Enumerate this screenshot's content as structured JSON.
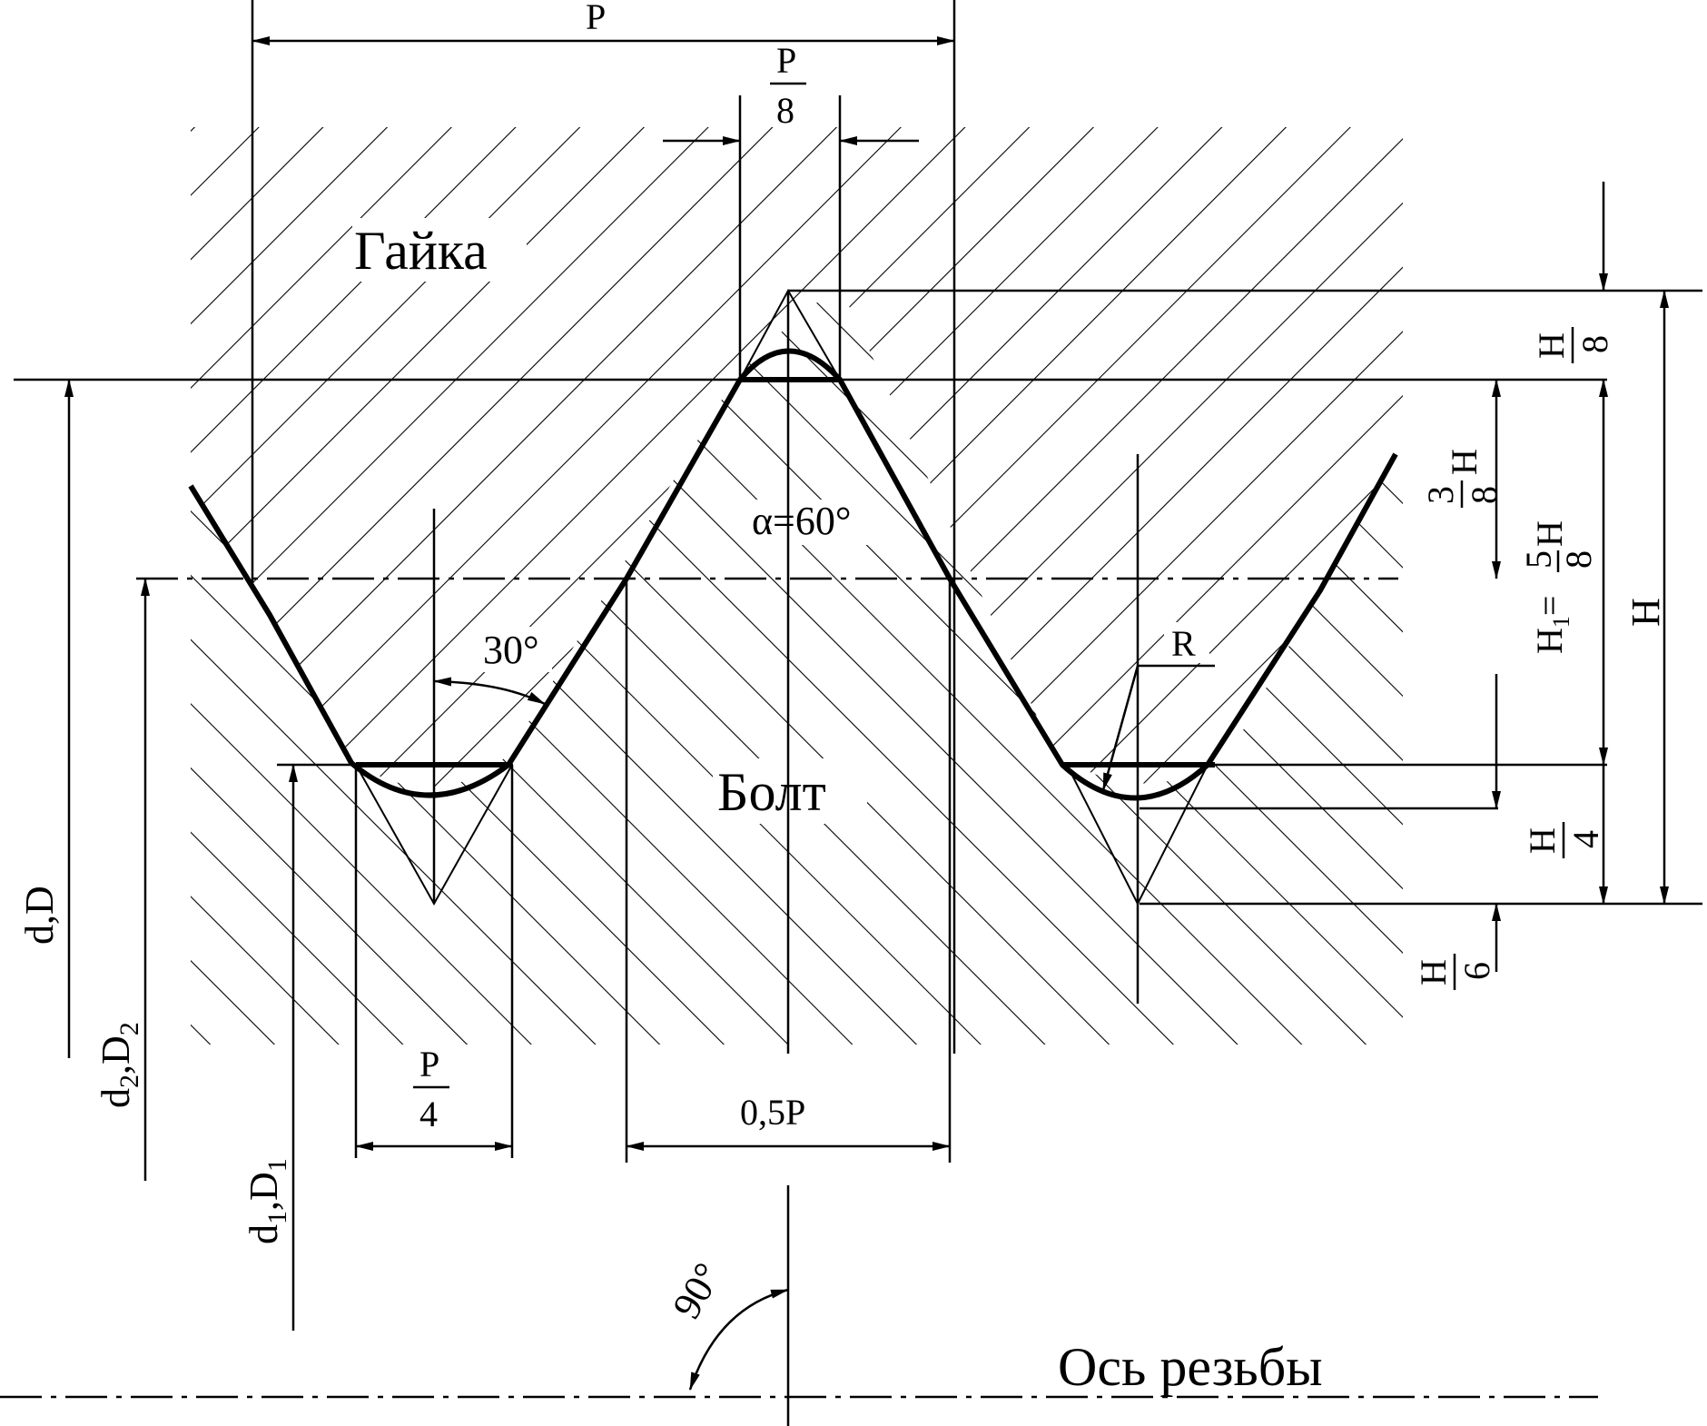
{
  "labels": {
    "nut": "Гайка",
    "bolt": "Болт",
    "axis": "Ось резьбы",
    "angle": "α=60°",
    "flank_angle": "30°",
    "axis_angle": "90°",
    "radius": "R",
    "pitch": "P",
    "half_pitch": "0,5P",
    "height": "H",
    "d_major": "d,D",
    "d_pitch": "d",
    "d_pitch_sub": "2",
    "d_pitch_D": ",D",
    "d_pitch_D_sub": "2",
    "d_minor": "d",
    "d_minor_sub": "1",
    "d_minor_D": ",D",
    "d_minor_D_sub": "1",
    "h1_main": "H",
    "h1_sub": "1",
    "h1_eq": "=",
    "h1_tail": "H"
  },
  "fractions": {
    "p8": {
      "num": "P",
      "den": "8"
    },
    "p4": {
      "num": "P",
      "den": "4"
    },
    "h8": {
      "num": "H",
      "den": "8"
    },
    "h4": {
      "num": "H",
      "den": "4"
    },
    "h6": {
      "num": "H",
      "den": "6"
    },
    "h38": {
      "num": "3",
      "den": "8",
      "tail": "H"
    },
    "h58": {
      "num": "5",
      "den": "8"
    }
  }
}
